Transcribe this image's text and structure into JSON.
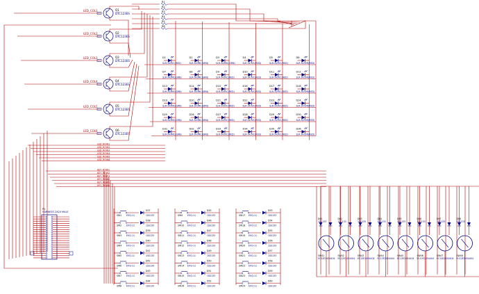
{
  "schematic": {
    "colors": {
      "wire": "#b00000",
      "component": "#000080",
      "label": "#b00000",
      "ref": "#000000",
      "value": "#000080",
      "background": "#ffffff"
    },
    "transistors": [
      {
        "ref": "Q1",
        "value": "DTC123ES",
        "net": "LED_COL1"
      },
      {
        "ref": "Q2",
        "value": "DTC123ES",
        "net": "LED_COL2"
      },
      {
        "ref": "Q3",
        "value": "DTC123ES",
        "net": "LED_COL3"
      },
      {
        "ref": "Q4",
        "value": "DTC123ES",
        "net": "LED_COL4"
      },
      {
        "ref": "Q5",
        "value": "DTC123ES",
        "net": "LED_COL5"
      },
      {
        "ref": "Q6",
        "value": "DTC123ES",
        "net": "LED_COL6"
      }
    ],
    "resistors": [
      {
        "ref": "R1"
      },
      {
        "ref": "R2"
      },
      {
        "ref": "R3"
      },
      {
        "ref": "R4"
      },
      {
        "ref": "R5"
      },
      {
        "ref": "R6"
      }
    ],
    "led_matrix": {
      "columns": 6,
      "rows": 6,
      "refs": [
        [
          "D1",
          "D2",
          "D3",
          "D4",
          "D5",
          "D6"
        ],
        [
          "D7",
          "D8",
          "D9",
          "D10",
          "D11",
          "D12"
        ],
        [
          "D13",
          "D14",
          "D15",
          "D16",
          "D17",
          "D18"
        ],
        [
          "D19",
          "D20",
          "D21",
          "D22",
          "D23",
          "D24"
        ],
        [
          "D25",
          "D26",
          "D27",
          "D28",
          "D29",
          "D30"
        ],
        [
          "D31",
          "D32",
          "D33",
          "D34",
          "D35",
          "D36"
        ]
      ],
      "values": [
        [
          "SLR-343VC(RED)",
          "SLR-343MC(GRN)",
          "SLR-343MC(GRN)",
          "SLR-343VC(RED)",
          "SLR-343VC(RED)",
          "SLR-343VR(RED)"
        ],
        [
          "SLR-343MC(GRN)",
          "SLR-343MC(GRN)",
          "SLR-343VC(RED)",
          "SLR-343VC(RED)",
          "SLR-343VC(RED)",
          "SLR-343VR(RED)"
        ],
        [
          "SLR-343MC(GRN)",
          "SLR-343MC(GRN)",
          "SLR-343VC(RED)",
          "SLR-343VC(RED)",
          "SLR-343VC(RED)",
          "SLR-343VR(RED)"
        ],
        [
          "SLR-343MC(GRN)",
          "SLR-343MC(GRN)",
          "SLR-343VC(RED)",
          "SLR-343VC(RED)",
          "SLR-343VC(RED)",
          "SLR-343VR(RED)"
        ],
        [
          "SLR-343MC(GRN)",
          "SLR-343MC(GRN)",
          "SLR-343VC(RED)",
          "SLR-343VC(RED)",
          "SLR-343VC(RED)",
          "SLR-343VR(RED)"
        ],
        [
          "SLR-343MC(GRN)",
          "SLR-343MC(GRN)",
          "SLR-343VC(RED)",
          "SLR-343VC(RED)",
          "SLR-343VC(RED)",
          "SLR-343VR(RED)"
        ]
      ]
    },
    "row_nets": [
      "LED_ROW1",
      "LED_ROW2",
      "LED_ROW3",
      "LED_ROW4",
      "LED_ROW5",
      "LED_ROW6"
    ],
    "key_nets": [
      "KEY_ROW1",
      "KEY_ROW2",
      "KEY_ROW3",
      "KEY_ROW4",
      "KEY_ROW5",
      "KEY_ROW6"
    ],
    "connector": {
      "ref": "P1",
      "value": "HARNESS 2X20 MALE"
    },
    "switch_groups": [
      {
        "switches": [
          "SW1",
          "SW2",
          "SW3",
          "SW4",
          "SW5",
          "SW6",
          "SW7",
          "SW8"
        ],
        "switch_value": "EVQ-11",
        "diodes": [
          "D37",
          "D38",
          "D39",
          "D40",
          "D41",
          "D42",
          "D43",
          "D44"
        ],
        "diode_value": "1SS133"
      },
      {
        "switches": [
          "SW9",
          "SW10",
          "SW11",
          "SW12",
          "SW13",
          "SW14",
          "SW15",
          "SW16"
        ],
        "switch_value": "EVQ-11",
        "diodes": [
          "D45",
          "D46",
          "D47",
          "D48",
          "D49",
          "D50",
          "D51",
          "D52"
        ],
        "diode_value": "1SS133"
      },
      {
        "switches": [
          "SW17",
          "SW18",
          "SW19",
          "SW20",
          "SW21",
          "SW22",
          "SW23",
          "SW24"
        ],
        "switch_value": "EVQ-11",
        "diodes": [
          "D53",
          "D54",
          "D55",
          "D56",
          "D57",
          "D58",
          "D59",
          "D60"
        ],
        "diode_value": "1SS133"
      }
    ],
    "encoders": [
      {
        "ref": "SW41",
        "value": "EC12E2454404",
        "diode": "D61",
        "diode_value": "1SS133"
      },
      {
        "ref": "SW42",
        "value": "EC12E2454404",
        "diode": "D62",
        "diode_value": "1SS133"
      },
      {
        "ref": "SW43",
        "value": "EC12E2454404",
        "diode": "D63",
        "diode_value": "1SS133"
      },
      {
        "ref": "SW44",
        "value": "EC12E2454404",
        "diode": "D64",
        "diode_value": "1SS133"
      },
      {
        "ref": "SW45",
        "value": "EC12E2454404",
        "diode": "D65",
        "diode_value": "1SS133"
      },
      {
        "ref": "SW46",
        "value": "EC12E2454404",
        "diode": "D66",
        "diode_value": "1SS133"
      },
      {
        "ref": "SW47",
        "value": "EC12E2454404",
        "diode": "D67",
        "diode_value": "1SS133"
      },
      {
        "ref": "SW48",
        "value": "EC12E2454404",
        "diode": "D68",
        "diode_value": "1SS133"
      }
    ]
  }
}
